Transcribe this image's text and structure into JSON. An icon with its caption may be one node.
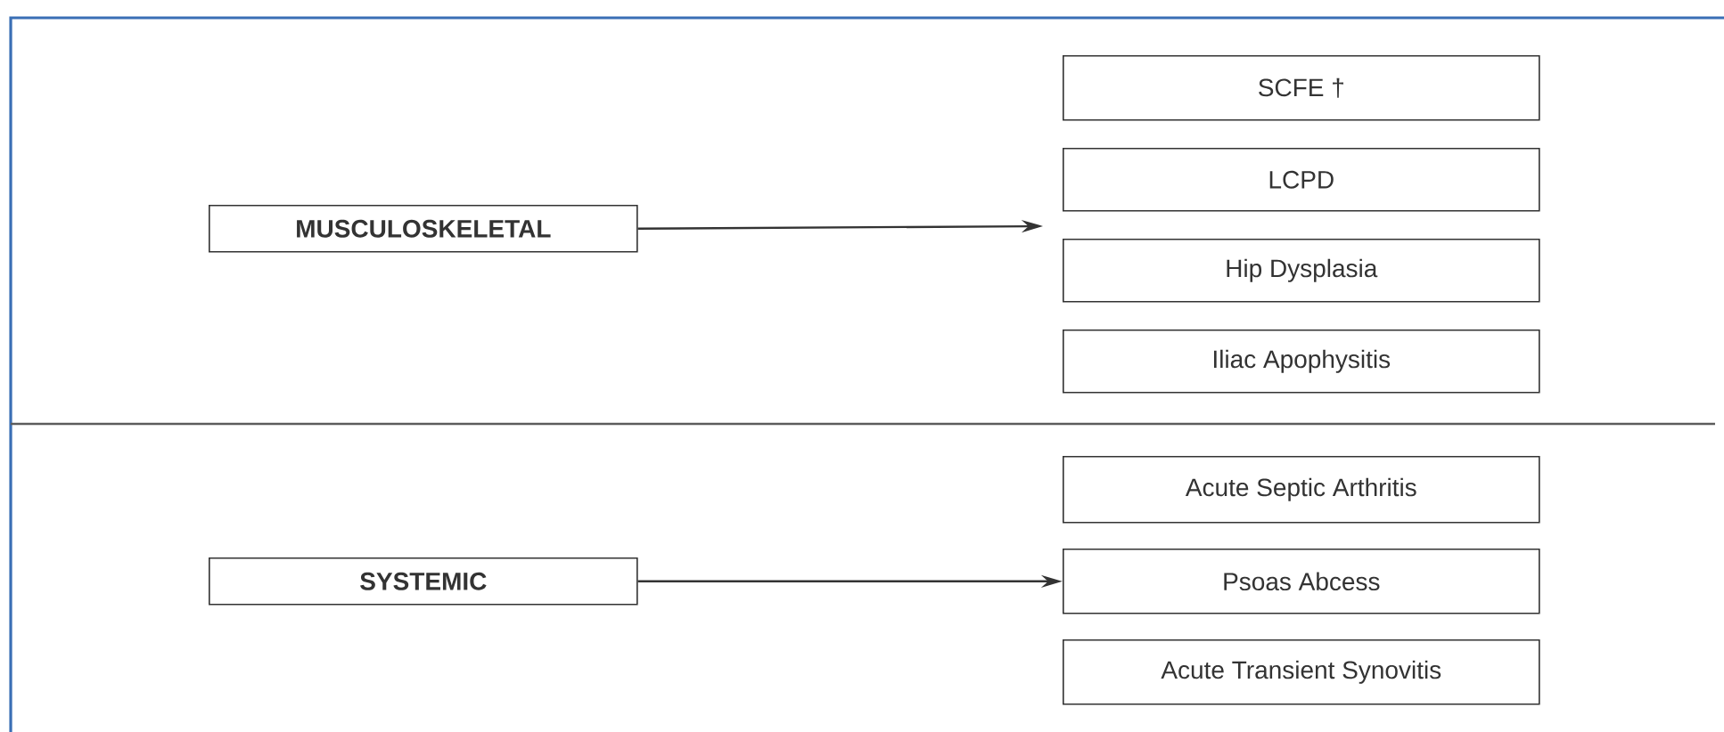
{
  "diagram": {
    "nodes": [
      {
        "text": [
          "MUSCULOSKELETAL"
        ]
      },
      {
        "text": [
          "SCFE †"
        ]
      },
      {
        "text": [
          "LCPD"
        ]
      },
      {
        "text": [
          "Hip Dysplasia"
        ]
      },
      {
        "text": [
          "Iliac Apophysitis"
        ]
      },
      {
        "text": [
          "SYSTEMIC"
        ]
      },
      {
        "text": [
          "Acute Septic Arthritis"
        ]
      },
      {
        "text": [
          "Psoas Abcess"
        ]
      },
      {
        "text": [
          "Acute Transient Synovitis"
        ]
      }
    ],
    "edges": [
      {
        "from": 0,
        "to": null,
        "arrow": "to"
      },
      {
        "from": 5,
        "to": 7,
        "arrow": "to"
      }
    ]
  }
}
